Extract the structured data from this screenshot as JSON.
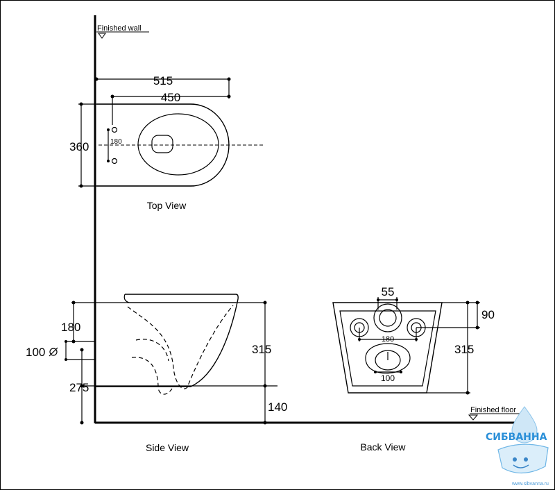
{
  "labels": {
    "finished_wall": "Finished wall",
    "finished_floor": "Finished floor",
    "top_view": "Top View",
    "side_view": "Side View",
    "back_view": "Back View"
  },
  "top_view": {
    "dim_515": "515",
    "dim_450": "450",
    "dim_360": "360",
    "dim_180": "180"
  },
  "side_view": {
    "dim_180": "180",
    "dim_100": "100",
    "dim_275": "275",
    "dim_315": "315",
    "dim_140": "140"
  },
  "back_view": {
    "dim_55": "55",
    "dim_90": "90",
    "dim_180": "180",
    "dim_100": "100",
    "dim_315": "315"
  },
  "watermark": {
    "brand": "СИБВАННА",
    "url": "www.sibvanna.ru",
    "color": "#2a8fd8"
  }
}
